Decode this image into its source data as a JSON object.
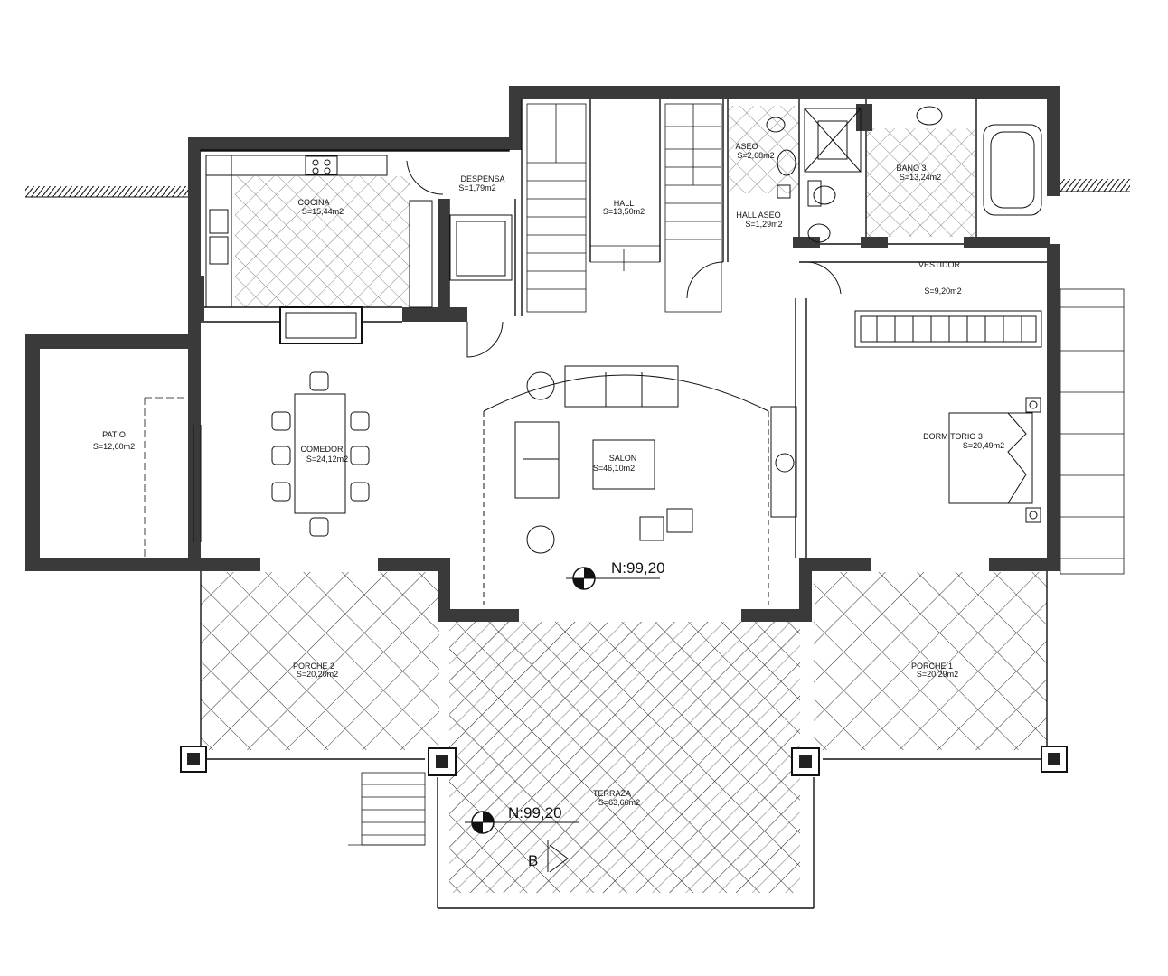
{
  "rooms": {
    "cocina": {
      "name": "COCINA",
      "area": "S=15,44m2"
    },
    "despensa": {
      "name": "DESPENSA",
      "area": "S=1,79m2"
    },
    "hall": {
      "name": "HALL",
      "area": "S=13,50m2"
    },
    "aseo": {
      "name": "ASEO",
      "area": "S=2,68m2"
    },
    "hall_aseo": {
      "name": "HALL ASEO",
      "area": "S=1,29m2"
    },
    "bano3": {
      "name": "BAÑO 3",
      "area": "S=13,24m2"
    },
    "vestidor": {
      "name": "VESTIDOR",
      "area": "S=9,20m2"
    },
    "patio": {
      "name": "PATIO",
      "area": "S=12,60m2"
    },
    "comedor": {
      "name": "COMEDOR",
      "area": "S=24,12m2"
    },
    "salon": {
      "name": "SALON",
      "area": "S=46,10m2"
    },
    "dormitorio3": {
      "name": "DORMITORIO 3",
      "area": "S=20,49m2"
    },
    "porche2": {
      "name": "PORCHE 2",
      "area": "S=20,20m2"
    },
    "porche1": {
      "name": "PORCHE 1",
      "area": "S=20,29m2"
    },
    "terraza": {
      "name": "TERRAZA",
      "area": "S=63,66m2"
    }
  },
  "levels": {
    "main": "N:99,20",
    "terrace": "N:99,20"
  },
  "section_marker": "B",
  "colors": {
    "wall": "#3a3a3a",
    "line": "#111111",
    "hatch": "#444444",
    "paper": "#ffffff"
  }
}
